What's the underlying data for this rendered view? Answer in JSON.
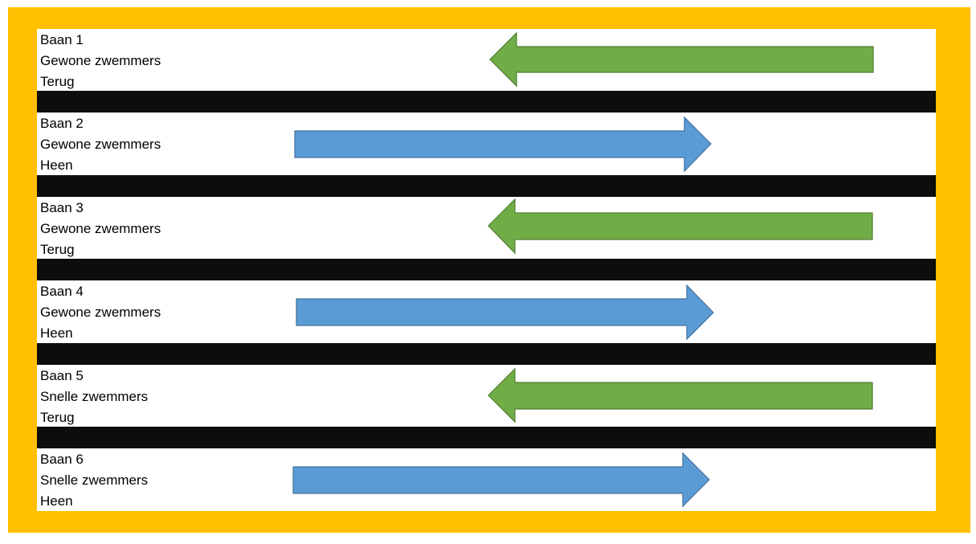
{
  "colors": {
    "frame": "#FFC000",
    "divider": "#0D0D0D",
    "back_arrow_fill": "#70AD47",
    "back_arrow_stroke": "#507E32",
    "forth_arrow_fill": "#5B9BD5",
    "forth_arrow_stroke": "#41719C"
  },
  "lanes": [
    {
      "lane": "Baan 1",
      "group": "Gewone zwemmers",
      "direction": "Terug",
      "arrow": "left-arrow-icon"
    },
    {
      "lane": "Baan 2",
      "group": "Gewone zwemmers",
      "direction": "Heen",
      "arrow": "right-arrow-icon"
    },
    {
      "lane": "Baan 3",
      "group": "Gewone zwemmers",
      "direction": "Terug",
      "arrow": "left-arrow-icon"
    },
    {
      "lane": "Baan 4",
      "group": "Gewone zwemmers",
      "direction": "Heen",
      "arrow": "right-arrow-icon"
    },
    {
      "lane": "Baan 5",
      "group": "Snelle zwemmers",
      "direction": "Terug",
      "arrow": "left-arrow-icon"
    },
    {
      "lane": "Baan 6",
      "group": "Snelle zwemmers",
      "direction": "Heen",
      "arrow": "right-arrow-icon"
    }
  ]
}
